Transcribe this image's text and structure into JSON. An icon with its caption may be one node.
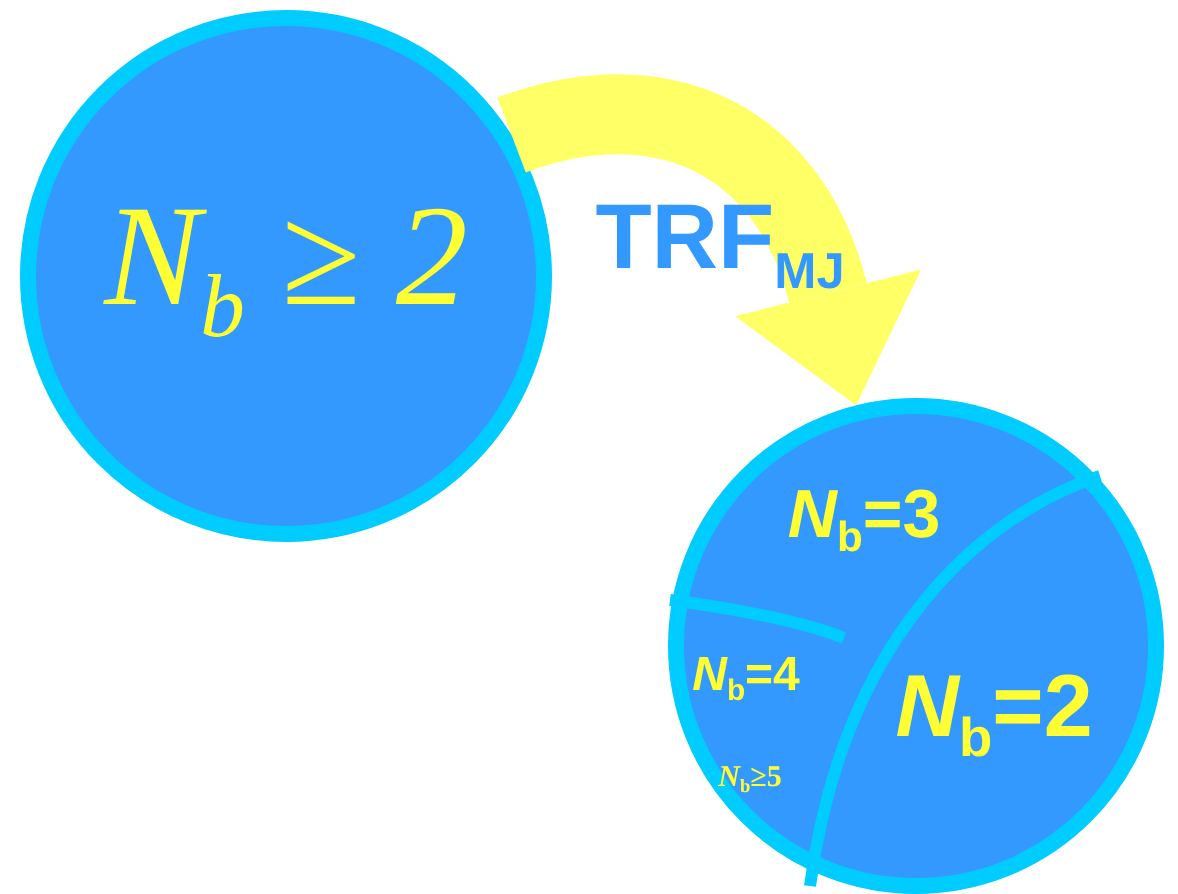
{
  "diagram": {
    "nodes": [
      {
        "text": [
          "*N*$_{b}$ ≥ 2"
        ]
      },
      {
        "text": [],
        "shape": "circle"
      },
      {
        "text": [
          "*N*$_{b}$=3"
        ],
        "in": 1
      },
      {
        "text": [
          "*N*$_{b}$=4"
        ],
        "in": 1
      },
      {
        "text": [
          "*N*$_{b}$≥5"
        ],
        "in": 1
      },
      {
        "text": [
          "*N*$_{b}$=2"
        ],
        "in": 1
      }
    ],
    "edges": [
      {
        "from": 0,
        "to": 1,
        "arrow": "to",
        "label": "TRF$_{MJ}$",
        "color": "#ffff66"
      }
    ]
  }
}
